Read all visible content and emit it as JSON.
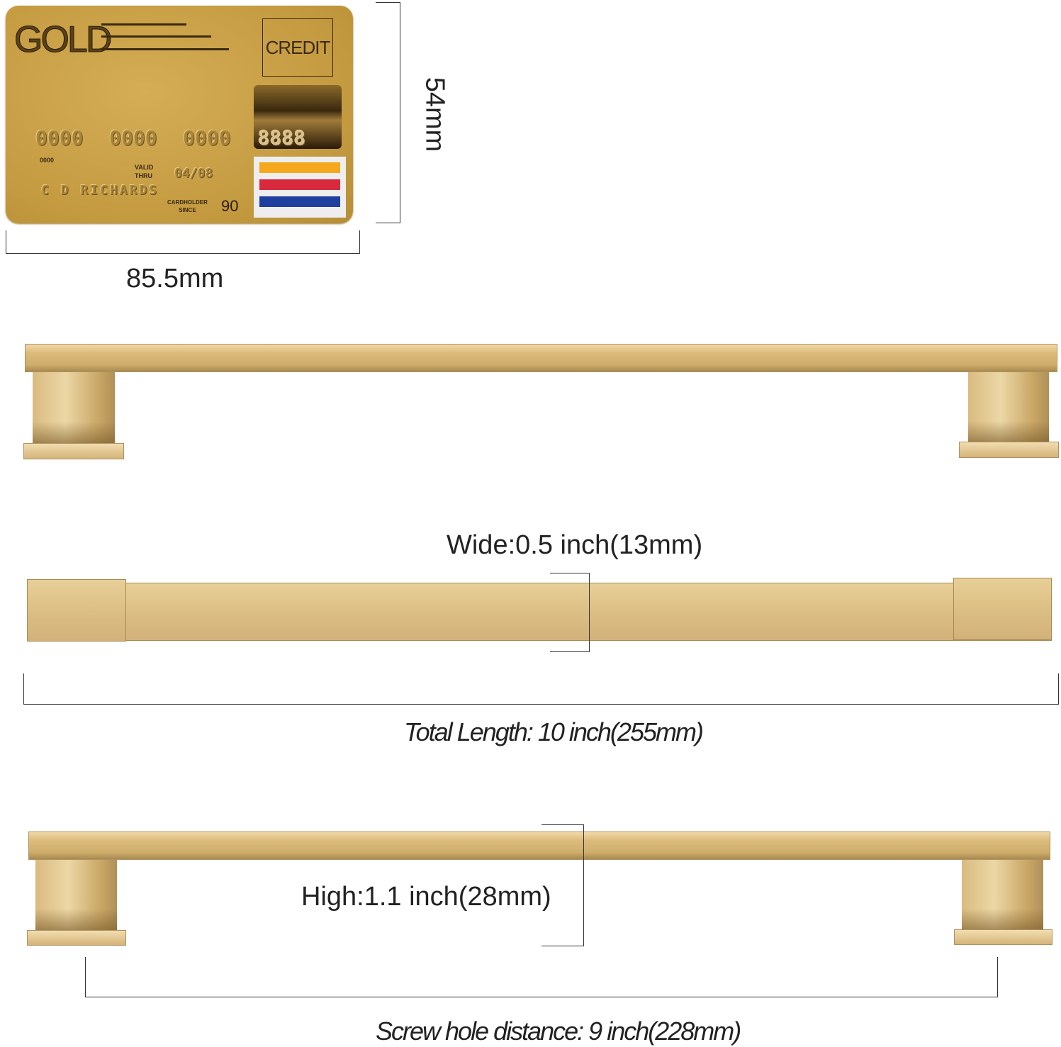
{
  "card": {
    "brand": "GOLD",
    "type": "CREDIT",
    "number_groups": [
      "0000",
      "0000",
      "0000",
      "8888"
    ],
    "small_number": "0000",
    "valid_label_1": "VALID",
    "valid_label_2": "THRU",
    "valid_date": "04/08",
    "name": "C D RICHARDS",
    "since_label_1": "CARDHOLDER",
    "since_label_2": "SINCE",
    "since_value": "90",
    "stripe_colors": [
      "#f5a81c",
      "#d82a3c",
      "#1e3fa0"
    ]
  },
  "dimensions": {
    "card_height": "54mm",
    "card_width": "85.5mm",
    "wide": "Wide:0.5 inch(13mm)",
    "total_length": "Total Length: 10 inch(255mm)",
    "high": "High:1.1 inch(28mm)",
    "screw_distance": "Screw hole distance: 9 inch(228mm)"
  }
}
